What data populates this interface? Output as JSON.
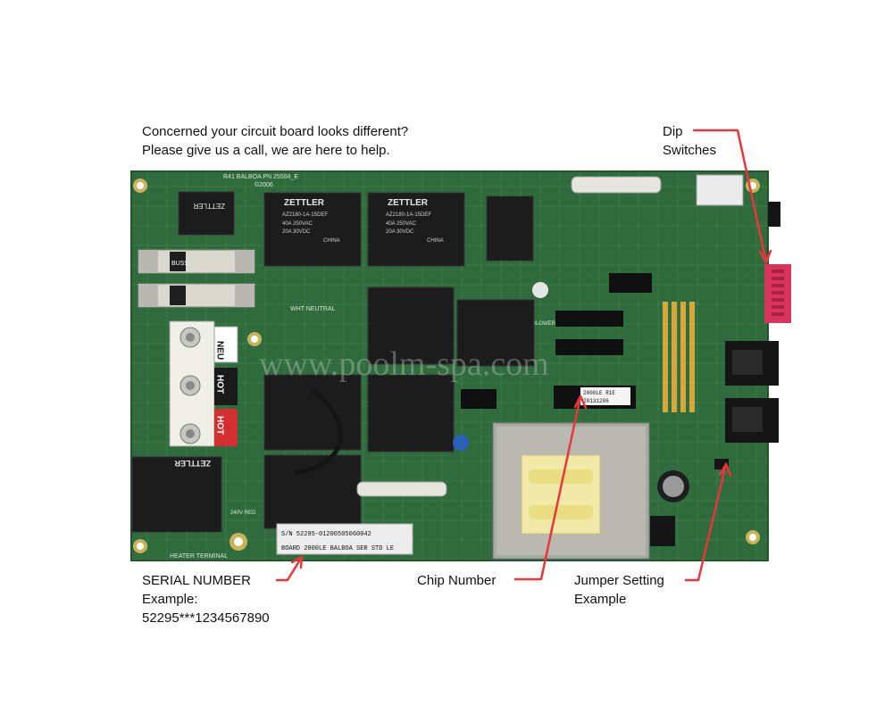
{
  "intro": {
    "line1": "Concerned your circuit board looks different?",
    "line2": "Please give us a call, we are here to help."
  },
  "callouts": {
    "dip_switches": {
      "line1": "Dip",
      "line2": "Switches"
    },
    "serial_number": {
      "line1": "SERIAL NUMBER",
      "line2": "Example:",
      "line3": "52295***1234567890"
    },
    "chip_number": {
      "line1": "Chip Number"
    },
    "jumper_setting": {
      "line1": "Jumper Setting",
      "line2": "Example"
    }
  },
  "board": {
    "part_number_print": "R41 BALBOA PN 25504_E",
    "year_print": "©2006",
    "relay_brand": "ZETTLER",
    "relay_model": "AZ2180-1A-15DEF",
    "relay_rating_1": "40A 250VAC",
    "relay_rating_2": "20A 30VDC",
    "relay_origin": "CHINA",
    "terminal_neu": "NEU",
    "terminal_hot_1": "HOT",
    "terminal_hot_2": "HOT",
    "wht_neutral": "WHT NEUTRAL",
    "heater_terminal": "HEATER TERMINAL",
    "red_240v": "240V RED",
    "blower": "BLOWER",
    "fuse_brand": "BUSS",
    "serial_sticker": "S/N 52295-01200505060042",
    "board_sticker": "BOARD 2000LE BALBOA SER STD LE",
    "chip_label_1": "2000LE R1E",
    "chip_label_2": "20131206",
    "watermark": "www.poolm-spa.com"
  },
  "colors": {
    "board_green": "#2f6b3c",
    "arrow_red": "#e8373a",
    "relay_black": "#1c1c1c",
    "dip_red": "#d8355c"
  }
}
